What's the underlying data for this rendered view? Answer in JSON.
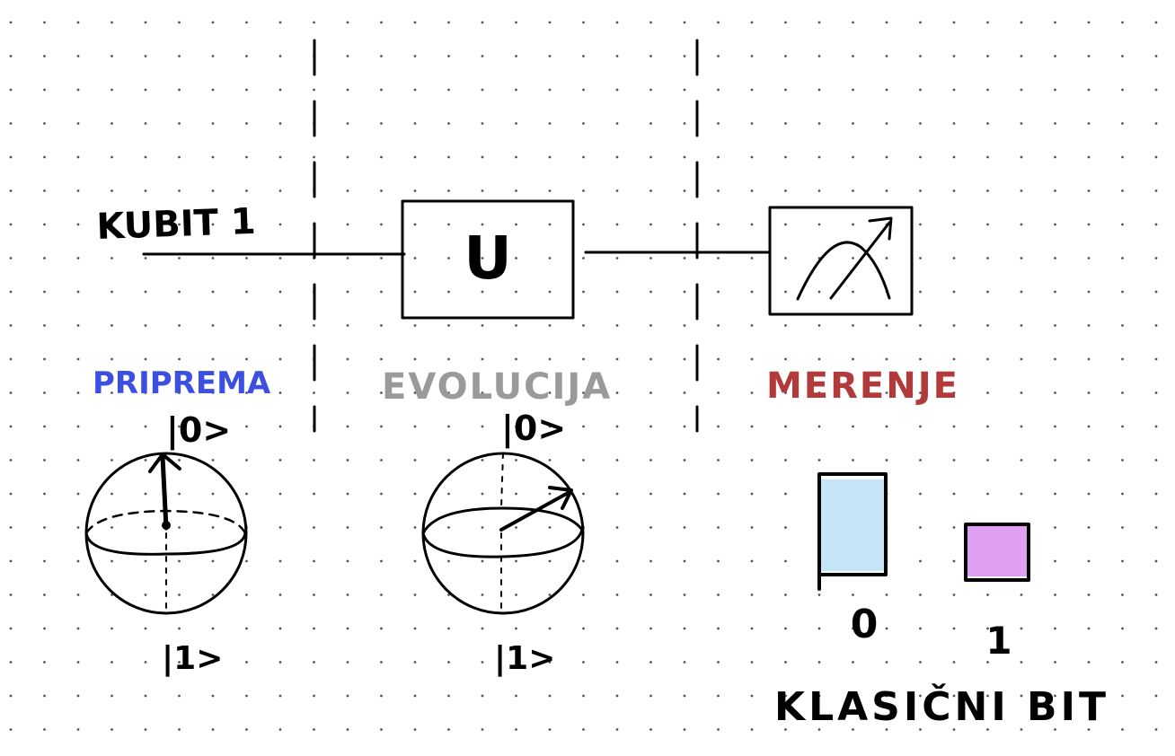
{
  "labels": {
    "qubit": "KUBIT 1",
    "gate": "U",
    "preparation": "PRIPREMA",
    "evolution": "EVOLUCIJA",
    "measurement": "MERENJE",
    "ket_zero": "|0>",
    "ket_one": "|1>",
    "bit_zero": "0",
    "bit_one": "1",
    "classical_bit": "KLASIČNI BIT"
  },
  "colors": {
    "ink": "#000000",
    "preparation": "#3b4fe0",
    "evolution": "#9a9a9a",
    "measurement": "#b23a3a",
    "bar_zero": "#c6e6f8",
    "bar_one": "#dfa0f2"
  },
  "measurement_bars": {
    "zero_probability": 1.0,
    "one_probability": 0.5
  }
}
